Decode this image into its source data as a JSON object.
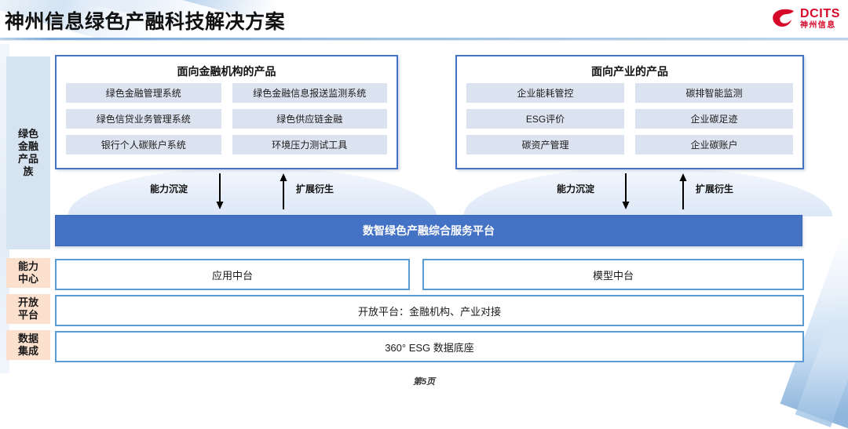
{
  "header": {
    "title": "神州信息绿色产融科技解决方案",
    "logo": {
      "en": "DCITS",
      "cn": "神州信息",
      "color": "#d6082a"
    }
  },
  "sidebar": {
    "items": [
      {
        "name": "green-finance-products",
        "label": "绿色\n金融\n产品\n族",
        "color": "#d6e3f1"
      },
      {
        "name": "capability-center",
        "label": "能力\n中心",
        "color": "#fbe0ce"
      },
      {
        "name": "open-platform",
        "label": "开放\n平台",
        "color": "#fbe0ce"
      },
      {
        "name": "data-integration",
        "label": "数据\n集成",
        "color": "#fbe0ce"
      }
    ]
  },
  "panels": [
    {
      "id": "financial-institution-products",
      "title": "面向金融机构的产品",
      "tiles": [
        "绿色金融管理系统",
        "绿色金融信息报送监测系统",
        "绿色信贷业务管理系统",
        "绿色供应链金融",
        "银行个人碳账户系统",
        "环境压力测试工具"
      ]
    },
    {
      "id": "industry-products",
      "title": "面向产业的产品",
      "tiles": [
        "企业能耗管控",
        "碳排智能监测",
        "ESG评价",
        "企业碳足迹",
        "碳资产管理",
        "企业碳账户"
      ]
    }
  ],
  "flows": {
    "left": {
      "down_label": "能力沉淀",
      "up_label": "扩展衍生"
    },
    "right": {
      "down_label": "能力沉淀",
      "up_label": "扩展衍生"
    }
  },
  "platform": {
    "label": "数智绿色产融综合服务平台",
    "color": "#4472c4"
  },
  "rows": {
    "capability": [
      {
        "name": "application-middle-platform",
        "label": "应用中台"
      },
      {
        "name": "model-middle-platform",
        "label": "模型中台"
      }
    ],
    "open_platform": {
      "label": "开放平台：金融机构、产业对接"
    },
    "data_foundation": {
      "label": "360° ESG 数据底座"
    }
  },
  "footer": {
    "page_label": "第5页"
  }
}
